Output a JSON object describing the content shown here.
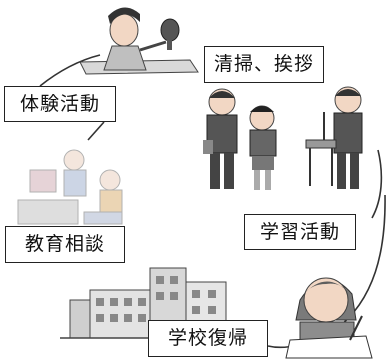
{
  "labels": {
    "cleaning_greeting": "清掃、挨拶",
    "experience_activity": "体験活動",
    "educational_consultation": "教育相談",
    "study_activity": "学習活動",
    "return_to_school": "学校復帰"
  }
}
